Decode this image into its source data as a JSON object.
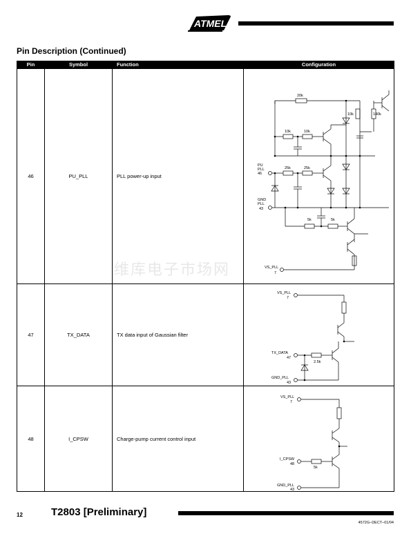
{
  "header": {
    "logo_text": "ATMEL"
  },
  "section_title": "Pin Description (Continued)",
  "table": {
    "headers": {
      "pin": "Pin",
      "symbol": "Symbol",
      "function": "Function",
      "configuration": "Configuration"
    },
    "rows": [
      {
        "pin": "46",
        "symbol": "PU_PLL",
        "function": "PLL power-up input"
      },
      {
        "pin": "47",
        "symbol": "TX_DATA",
        "function": "TX data input of Gaussian filter"
      },
      {
        "pin": "48",
        "symbol": "I_CPSW",
        "function": "Charge-pump current control input"
      }
    ]
  },
  "circuit46": {
    "r_20k": "20k",
    "r_10k_a": "10k",
    "r_10k_b": "10k",
    "r_10k_c": "10k",
    "r_140k": "140k",
    "r_25k_a": "25k",
    "r_25k_b": "25k",
    "r_5k_a": "5k",
    "r_5k_b": "5k",
    "pu_l1": "PU",
    "pu_l2": "PLL",
    "pu_l3": "46",
    "gnd_l1": "GND",
    "gnd_l2": "PLL",
    "gnd_l3": "43",
    "vs_l1": "VS_PLL",
    "vs_l2": "7"
  },
  "circuit47": {
    "vs_l1": "VS_PLL",
    "vs_l2": "7",
    "tx_l1": "TX_DATA",
    "tx_l2": "47",
    "r": "2.5k",
    "gnd_l1": "GND_PLL",
    "gnd_l2": "43"
  },
  "circuit48": {
    "vs_l1": "VS_PLL",
    "vs_l2": "7",
    "in_l1": "I_CPSW",
    "in_l2": "48",
    "r": "5k",
    "gnd_l1": "GND_PLL",
    "gnd_l2": "43"
  },
  "watermark": "维库电子市场网",
  "footer": {
    "page_number": "12",
    "title": "T2803 [Preliminary]",
    "doc_code": "4572G–DECT–01/04"
  }
}
